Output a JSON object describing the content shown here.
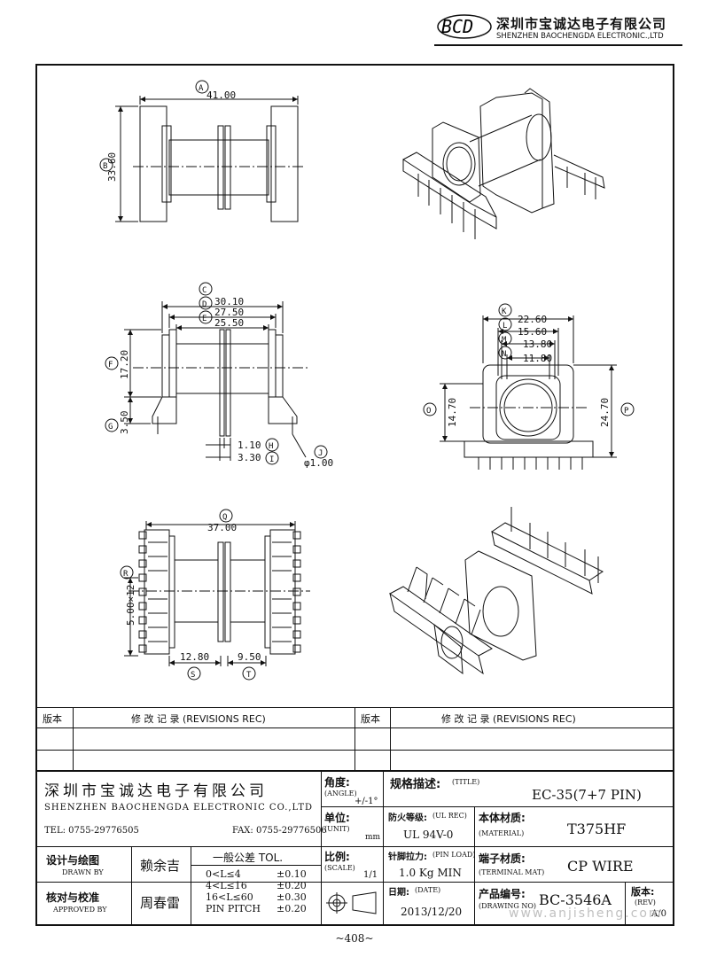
{
  "header": {
    "logo_text": "BCD",
    "company_cn": "深圳市宝诚达电子有限公司",
    "company_en": "SHENZHEN BAOCHENGDA ELECTRONIC.,LTD"
  },
  "dims_top": {
    "a": {
      "tag": "A",
      "val": "41.00"
    },
    "b": {
      "tag": "B",
      "val": "33.60"
    }
  },
  "dims_mid": {
    "c": {
      "tag": "C",
      "val": "30.10"
    },
    "d": {
      "tag": "D",
      "val": "27.50"
    },
    "e": {
      "tag": "E",
      "val": "25.50"
    },
    "f": {
      "tag": "F",
      "val": "17.20"
    },
    "g": {
      "tag": "G",
      "val": "3.50"
    },
    "h": {
      "tag": "H",
      "val": "1.10"
    },
    "i": {
      "tag": "I",
      "val": "3.30"
    },
    "j": {
      "tag": "J",
      "val": "φ1.00"
    }
  },
  "dims_side": {
    "k": {
      "tag": "K",
      "val": "22.60"
    },
    "l": {
      "tag": "L",
      "val": "15.60"
    },
    "m": {
      "tag": "M",
      "val": "13.80"
    },
    "n": {
      "tag": "N",
      "val": "11.80"
    },
    "o": {
      "tag": "O",
      "val": "14.70"
    },
    "p": {
      "tag": "P",
      "val": "24.70"
    }
  },
  "dims_bottom": {
    "q": {
      "tag": "Q",
      "val": "37.00"
    },
    "r": {
      "tag": "R",
      "val": "5.00×12"
    },
    "s": {
      "tag": "S",
      "val": "12.80"
    },
    "t": {
      "tag": "T",
      "val": "9.50"
    }
  },
  "revisions": {
    "col_rev": "版本",
    "col_rec": "修  改  记  录  (REVISIONS REC)"
  },
  "title_block": {
    "company_cn": "深圳市宝诚达电子有限公司",
    "company_en": "SHENZHEN BAOCHENGDA ELECTRONIC CO.,LTD",
    "tel": "TEL: 0755-29776505",
    "fax": "FAX: 0755-29776506",
    "angle_label": "角度:",
    "angle_sub": "(ANGLE)",
    "angle_val": "+/-1°",
    "unit_label": "单位:",
    "unit_sub": "(UNIT)",
    "unit_val": "mm",
    "scale_label": "比例:",
    "scale_sub": "(SCALE)",
    "scale_val": "1/1",
    "title_label": "规格描述:",
    "title_sub": "(TITLE)",
    "title_val": "EC-35(7+7 PIN)",
    "ul_label": "防火等级:",
    "ul_sub": "(UL REC)",
    "ul_val": "UL 94V-0",
    "material_label": "本体材质:",
    "material_sub": "(MATERIAL)",
    "material_val": "T375HF",
    "pinload_label": "针脚拉力:",
    "pinload_sub": "(PIN LOAD)",
    "pinload_val": "1.0 Kg MIN",
    "terminal_label": "端子材质:",
    "terminal_sub": "(TERMINAL MAT)",
    "terminal_val": "CP WIRE",
    "date_label": "日期:",
    "date_sub": "(DATE)",
    "date_val": "2013/12/20",
    "drawno_label": "产品编号:",
    "drawno_sub": "(DRAWING NO)",
    "drawno_val": "BC-3546A",
    "rev_label": "版本:",
    "rev_sub": "(REV)",
    "rev_val": "A/0",
    "drawn_label": "设计与绘图",
    "drawn_sub": "DRAWN BY",
    "drawn_val": "赖余吉",
    "approved_label": "核对与校准",
    "approved_sub": "APPROVED BY",
    "approved_val": "周春雷",
    "tol_title": "一般公差 TOL.",
    "tol_rows": [
      {
        "range": "0<L≤4",
        "val": "±0.10"
      },
      {
        "range": "4<L≤16",
        "val": "±0.20"
      },
      {
        "range": "16<L≤60",
        "val": "±0.30"
      },
      {
        "range": "PIN PITCH",
        "val": "±0.20"
      }
    ]
  },
  "watermark": "www.anjisheng.com",
  "page_number": "~408~"
}
